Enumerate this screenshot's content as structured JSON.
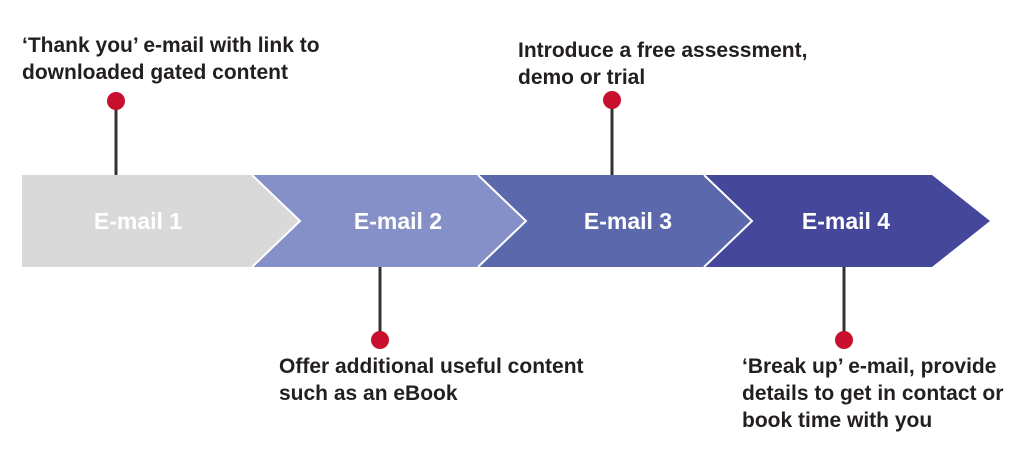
{
  "steps": [
    {
      "label": "E-mail 1",
      "fill": "#d9d9d9",
      "label_color": "#ffffff"
    },
    {
      "label": "E-mail 2",
      "fill": "#8590c8",
      "label_color": "#ffffff"
    },
    {
      "label": "E-mail 3",
      "fill": "#5c68ac",
      "label_color": "#ffffff"
    },
    {
      "label": "E-mail 4",
      "fill": "#44479a",
      "label_color": "#ffffff"
    }
  ],
  "annotations": [
    {
      "step": 1,
      "position": "above",
      "text": "‘Thank you’ e-mail with link to\ndownloaded gated content"
    },
    {
      "step": 2,
      "position": "below",
      "text": "Offer additional useful content\nsuch as an eBook"
    },
    {
      "step": 3,
      "position": "above",
      "text": "Introduce a free assessment,\ndemo or trial"
    },
    {
      "step": 4,
      "position": "below",
      "text": "‘Break up’ e-mail, provide\ndetails to get in contact or\nbook time with you"
    }
  ],
  "colors": {
    "marker": "#c8102e",
    "connector": "#333333",
    "text": "#231f20",
    "chevron_border": "#ffffff"
  }
}
